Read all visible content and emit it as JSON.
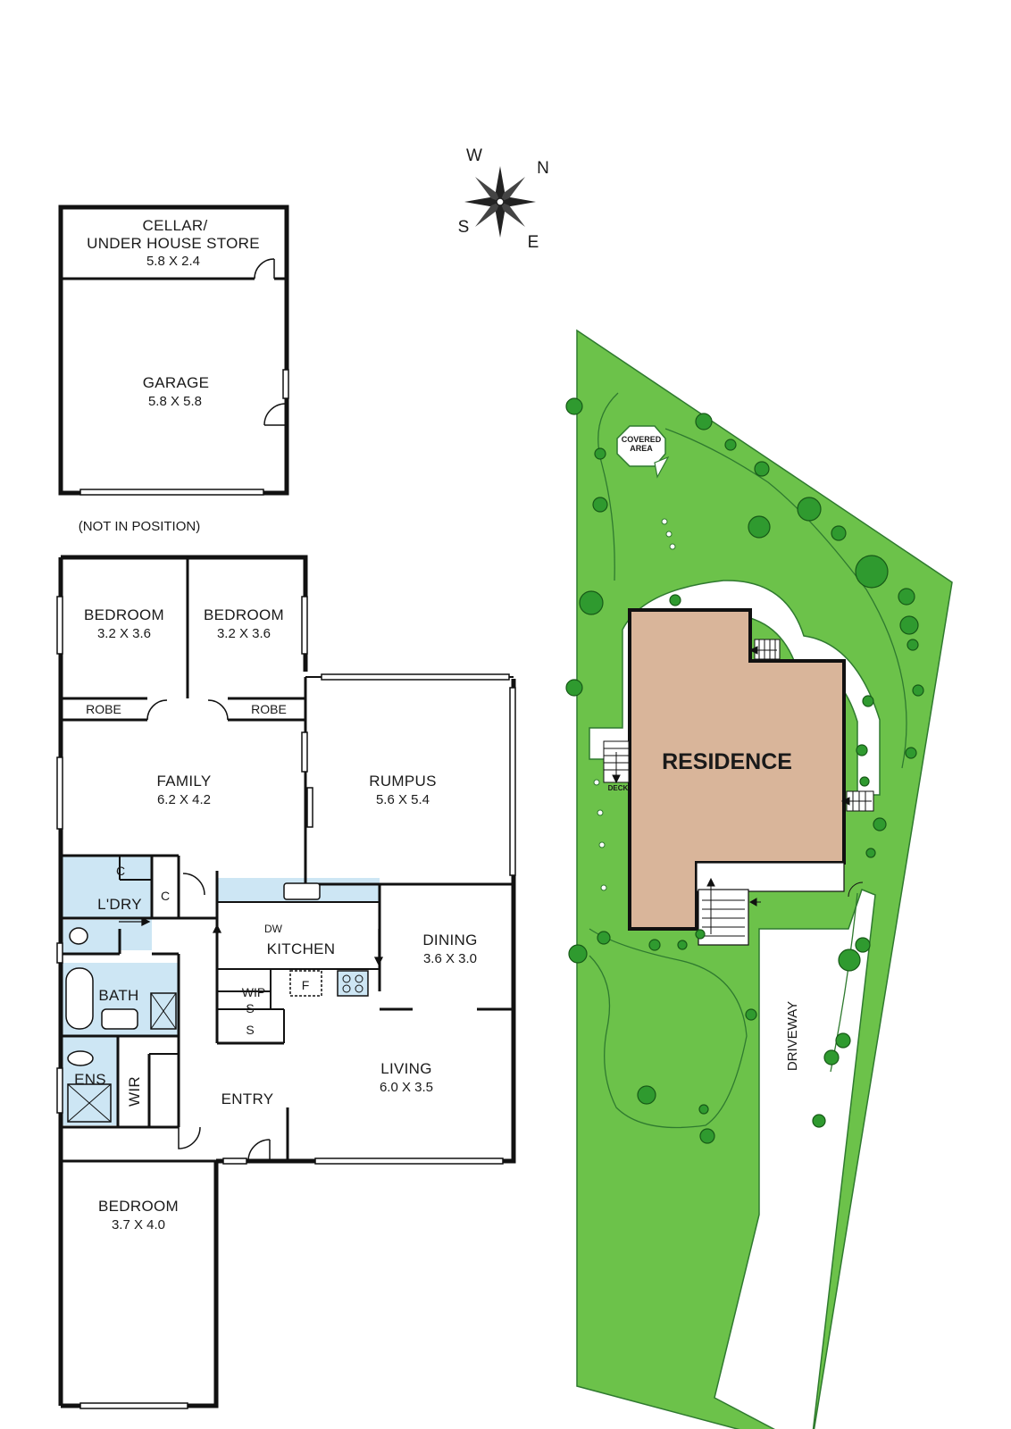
{
  "compass": {
    "w": "W",
    "n": "N",
    "s": "S",
    "e": "E"
  },
  "outbuilding": {
    "cellar_name": "CELLAR/",
    "cellar_name2": "UNDER HOUSE STORE",
    "cellar_dims": "5.8 X 2.4",
    "garage_name": "GARAGE",
    "garage_dims": "5.8 X 5.8",
    "note": "(NOT IN POSITION)"
  },
  "rooms": {
    "bed1": {
      "name": "BEDROOM",
      "dims": "3.2 X 3.6"
    },
    "bed2": {
      "name": "BEDROOM",
      "dims": "3.2 X 3.6"
    },
    "robe1": "ROBE",
    "robe2": "ROBE",
    "family": {
      "name": "FAMILY",
      "dims": "6.2 X 4.2"
    },
    "rumpus": {
      "name": "RUMPUS",
      "dims": "5.6 X 5.4"
    },
    "c1": "C",
    "c2": "C",
    "laundry": "L'DRY",
    "dw": "DW",
    "kitchen": "KITCHEN",
    "dining": {
      "name": "DINING",
      "dims": "3.6 X 3.0"
    },
    "bath": "BATH",
    "wip": "WIP",
    "f": "F",
    "s1": "S",
    "s2": "S",
    "living": {
      "name": "LIVING",
      "dims": "6.0 X 3.5"
    },
    "ens": "ENS",
    "wir": "WIR",
    "entry": "ENTRY",
    "bed3": {
      "name": "BEDROOM",
      "dims": "3.7 X 4.0"
    }
  },
  "site": {
    "residence": "RESIDENCE",
    "covered1": "COVERED",
    "covered2": "AREA",
    "deck": "DECK",
    "driveway": "DRIVEWAY"
  },
  "colors": {
    "wall": "#111111",
    "wet_area": "#cde6f4",
    "lawn": "#6cc24a",
    "tree": "#2f9a2f",
    "residence": "#d9b59a",
    "path": "#ffffff"
  }
}
